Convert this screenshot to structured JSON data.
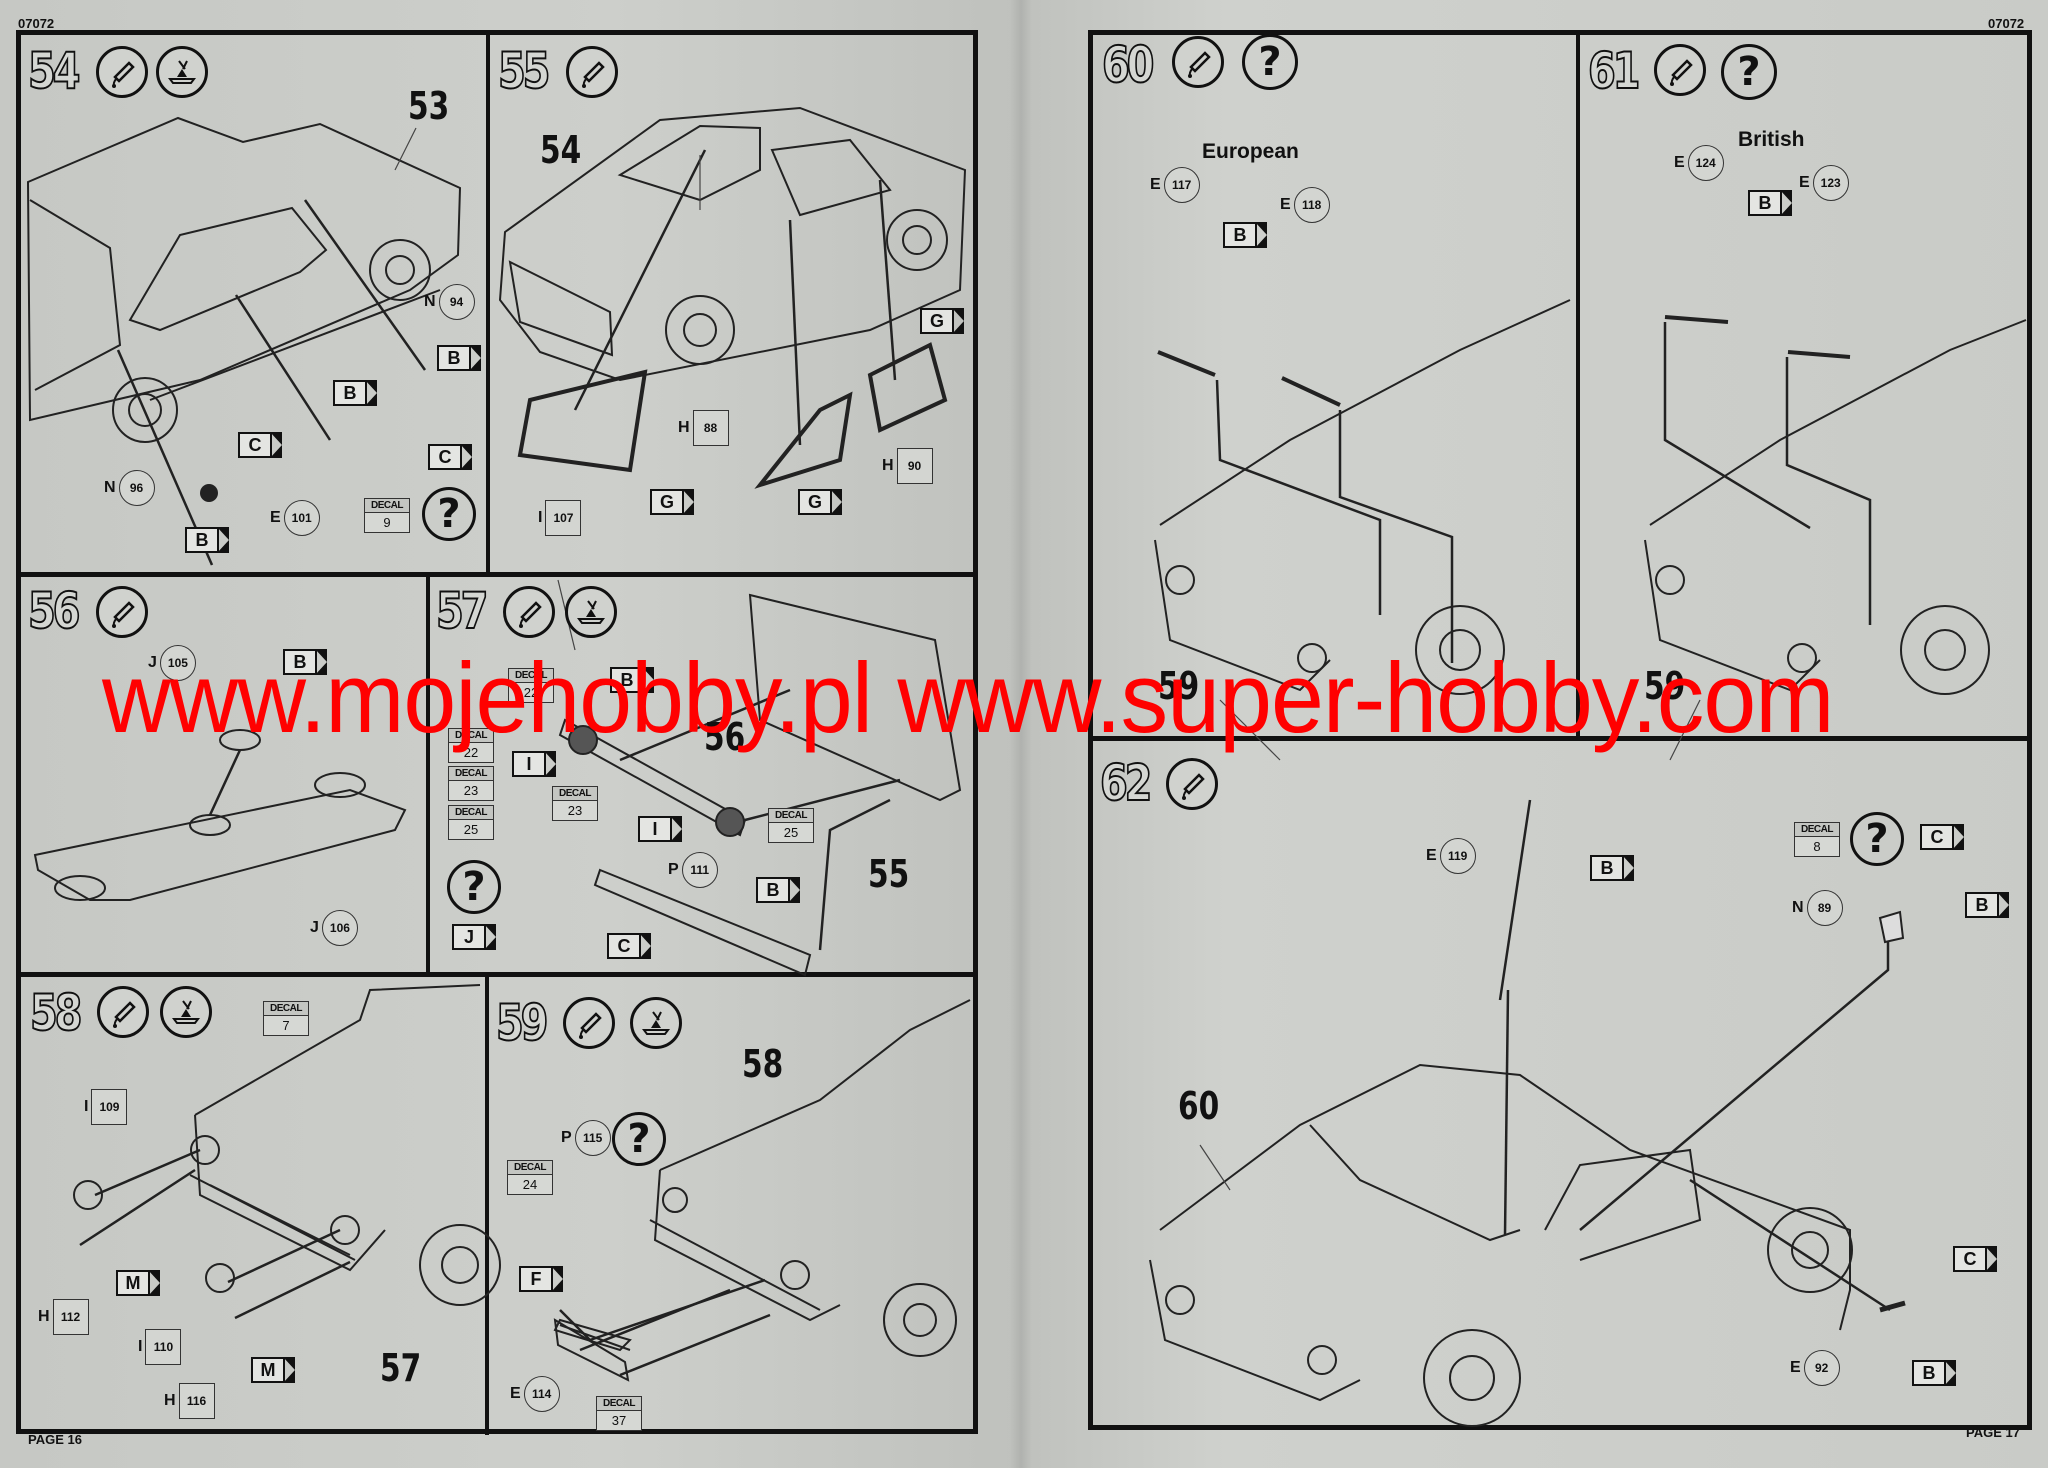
{
  "document": {
    "kit_code": "07072",
    "left_page": {
      "label": "PAGE 16"
    },
    "right_page": {
      "label": "PAGE 17"
    },
    "watermark": "www.mojehobby.pl www.super-hobby.com",
    "colors": {
      "paper": "#c9cbc7",
      "ink": "#111111",
      "watermark": "#ff0000"
    }
  },
  "icons": {
    "glue": "glue-tube-icon",
    "decal_water": "decal-water-icon",
    "question": "?"
  },
  "steps": [
    {
      "number": "54",
      "icons": [
        "glue-tube-icon",
        "decal-water-icon"
      ],
      "reference": "53",
      "flags": [
        "B",
        "B",
        "C",
        "C",
        "B"
      ],
      "parts": [
        {
          "letter": "N",
          "num": "94",
          "shape": "circle"
        },
        {
          "letter": "N",
          "num": "96",
          "shape": "circle"
        },
        {
          "letter": "E",
          "num": "101",
          "shape": "circle"
        }
      ],
      "decals": [
        {
          "label": "DECAL",
          "value": "9"
        }
      ],
      "question": "?"
    },
    {
      "number": "55",
      "icons": [
        "glue-tube-icon"
      ],
      "reference": "54",
      "flags": [
        "G",
        "G",
        "G"
      ],
      "parts": [
        {
          "letter": "H",
          "num": "88",
          "shape": "square"
        },
        {
          "letter": "H",
          "num": "90",
          "shape": "square"
        },
        {
          "letter": "I",
          "num": "107",
          "shape": "square"
        }
      ]
    },
    {
      "number": "56",
      "icons": [
        "glue-tube-icon"
      ],
      "flags": [
        "B"
      ],
      "parts": [
        {
          "letter": "J",
          "num": "105",
          "shape": "circle"
        },
        {
          "letter": "J",
          "num": "106",
          "shape": "circle"
        }
      ]
    },
    {
      "number": "57",
      "icons": [
        "glue-tube-icon",
        "decal-water-icon"
      ],
      "references": [
        "56",
        "55"
      ],
      "flags": [
        "B",
        "I",
        "I",
        "B",
        "C",
        "J"
      ],
      "parts": [
        {
          "letter": "P",
          "num": "111",
          "shape": "circle"
        }
      ],
      "decals": [
        {
          "label": "DECAL",
          "value": "22"
        },
        {
          "label": "DECAL",
          "value": "22"
        },
        {
          "label": "DECAL",
          "value": "23"
        },
        {
          "label": "DECAL",
          "value": "25"
        },
        {
          "label": "DECAL",
          "value": "23"
        },
        {
          "label": "DECAL",
          "value": "25"
        }
      ],
      "question": "?"
    },
    {
      "number": "58",
      "icons": [
        "glue-tube-icon",
        "decal-water-icon"
      ],
      "reference": "57",
      "flags": [
        "M",
        "M"
      ],
      "parts": [
        {
          "letter": "I",
          "num": "109",
          "shape": "square"
        },
        {
          "letter": "H",
          "num": "112",
          "shape": "square"
        },
        {
          "letter": "I",
          "num": "110",
          "shape": "square"
        },
        {
          "letter": "H",
          "num": "116",
          "shape": "square"
        }
      ],
      "decals": [
        {
          "label": "DECAL",
          "value": "7"
        }
      ]
    },
    {
      "number": "59",
      "icons": [
        "glue-tube-icon",
        "decal-water-icon"
      ],
      "reference": "58",
      "flags": [
        "F"
      ],
      "parts": [
        {
          "letter": "P",
          "num": "115",
          "shape": "circle"
        },
        {
          "letter": "E",
          "num": "114",
          "shape": "circle"
        }
      ],
      "decals": [
        {
          "label": "DECAL",
          "value": "24"
        },
        {
          "label": "DECAL",
          "value": "37"
        }
      ],
      "question": "?"
    },
    {
      "number": "60",
      "icons": [
        "glue-tube-icon",
        "question-icon"
      ],
      "variant_label": "European",
      "reference": "59",
      "flags": [
        "B"
      ],
      "parts": [
        {
          "letter": "E",
          "num": "117",
          "shape": "circle"
        },
        {
          "letter": "E",
          "num": "118",
          "shape": "circle"
        }
      ]
    },
    {
      "number": "61",
      "icons": [
        "glue-tube-icon",
        "question-icon"
      ],
      "variant_label": "British",
      "reference": "59",
      "flags": [
        "B"
      ],
      "parts": [
        {
          "letter": "E",
          "num": "124",
          "shape": "circle"
        },
        {
          "letter": "E",
          "num": "123",
          "shape": "circle"
        }
      ]
    },
    {
      "number": "62",
      "icons": [
        "glue-tube-icon"
      ],
      "reference": "60",
      "flags": [
        "B",
        "C",
        "B",
        "C",
        "B"
      ],
      "parts": [
        {
          "letter": "E",
          "num": "119",
          "shape": "circle"
        },
        {
          "letter": "N",
          "num": "89",
          "shape": "circle"
        },
        {
          "letter": "E",
          "num": "92",
          "shape": "circle"
        }
      ],
      "decals": [
        {
          "label": "DECAL",
          "value": "8"
        }
      ],
      "question": "?"
    }
  ]
}
